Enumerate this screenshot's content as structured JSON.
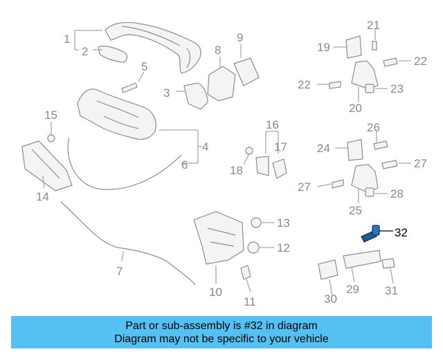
{
  "callouts": [
    "1",
    "2",
    "3",
    "4",
    "5",
    "6",
    "7",
    "8",
    "9",
    "10",
    "11",
    "12",
    "13",
    "14",
    "15",
    "16",
    "17",
    "18",
    "19",
    "20",
    "21",
    "22",
    "23",
    "24",
    "25",
    "26",
    "27",
    "28",
    "29",
    "30",
    "31",
    "32"
  ],
  "highlighted_callout": "32",
  "colors": {
    "banner": "#55c0f2",
    "highlight_part": "#1f5a96",
    "line_art": "#8c8c8c",
    "callout_text": "#8a8a8a"
  },
  "banner": {
    "line1": "Part or sub-assembly is #32 in diagram",
    "line2": "Diagram may not be specific to your vehicle"
  }
}
